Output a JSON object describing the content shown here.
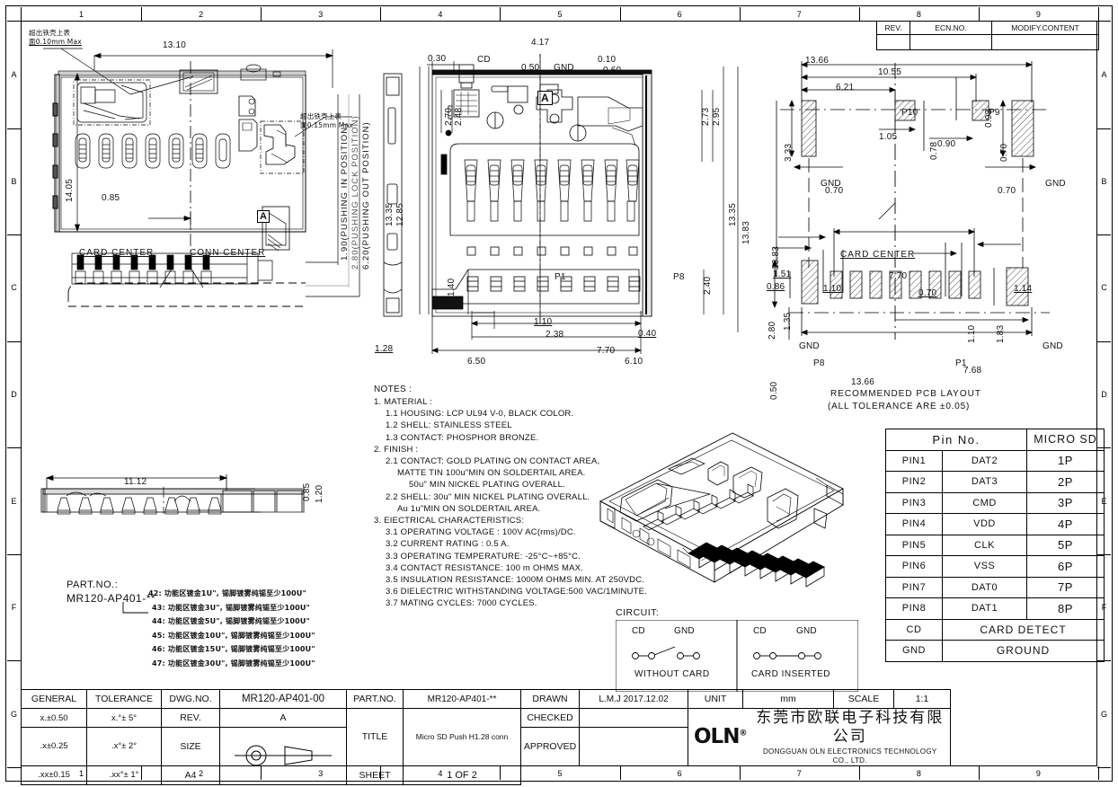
{
  "sheet": {
    "zones_top": [
      "1",
      "2",
      "3",
      "4",
      "5",
      "6",
      "7",
      "8",
      "9"
    ],
    "zones_bottom": [
      "1",
      "2",
      "3",
      "4",
      "5",
      "6",
      "7",
      "8",
      "9"
    ],
    "zones_left": [
      "A",
      "B",
      "C",
      "D",
      "E",
      "F",
      "G"
    ],
    "zones_right": [
      "A",
      "B",
      "C",
      "D",
      "E",
      "F",
      "G"
    ]
  },
  "rev_block": {
    "headers": [
      "REV.",
      "ECN.NO.",
      "MODIFY.CONTENT"
    ],
    "rows": [
      [
        "",
        "",
        ""
      ]
    ]
  },
  "view_top_left": {
    "note_left_cn": "超出铁壳上表",
    "note_left_cn2": "面0.10mm Max",
    "note_right_cn": "超出铁壳上表",
    "note_right_cn2": "面0.15mm Max",
    "dim_width": "13.10",
    "dim_height": "14.05",
    "dim_offset": "0.85",
    "label_card_center": "CARD CENTER",
    "label_conn_center": "CONN CENTER",
    "label_detail_a": "A",
    "stroke_labels": [
      "1.90(PUSHING IN POSITION)",
      "2.80(PUSHING LOCK POSITION)",
      "6.20(PUSHING OUT POSITION)"
    ]
  },
  "view_side_left": {
    "dim_length": "11.12",
    "dim_h1": "0.85",
    "dim_h2": "1.20"
  },
  "view_middle": {
    "dims_top": [
      "0.30",
      "4.17",
      "0.50",
      "0.10",
      "0.60"
    ],
    "label_cd": "CD",
    "label_gnd": "GND",
    "label_section_a": "A",
    "dims_left": [
      "2.70",
      "2.48",
      "13.35",
      "12.85",
      "1.40",
      "1.28"
    ],
    "dims_right": [
      "2.73",
      "2.95",
      "13.35",
      "13.83",
      "2.40"
    ],
    "label_p1": "P1",
    "label_p8": "P8",
    "dims_bottom": [
      "1.10",
      "2.38",
      "0.40",
      "7.70",
      "6.50",
      "6.10"
    ]
  },
  "view_pcb": {
    "title": "RECOMMENDED PCB LAYOUT",
    "subtitle": "(ALL TOLERANCE ARE ±0.05)",
    "label_card_center": "CARD CENTER",
    "label_gnd": "GND",
    "pads": [
      "P10",
      "P9",
      "P8",
      "P1"
    ],
    "dims_upper": [
      "13.66",
      "10.55",
      "6.21",
      "0.93",
      "1.05",
      "0.78",
      "0.90",
      "3.33",
      "0.70"
    ],
    "dims_left": [
      "13.83",
      "1.51",
      "0.86",
      "2.80",
      "1.35",
      "0.50"
    ],
    "dims_lower": [
      "7.70",
      "1.10",
      "0.70",
      "1.14",
      "1.10",
      "1.83",
      "7.68",
      "13.66"
    ]
  },
  "notes": {
    "heading": "NOTES :",
    "lines": [
      "1. MATERIAL :",
      "1.1 HOUSING: LCP UL94 V-0, BLACK COLOR.",
      "1.2 SHELL: STAINLESS STEEL",
      "1.3 CONTACT: PHOSPHOR BRONZE.",
      "2. FINISH :",
      "2.1 CONTACT: GOLD PLATING ON CONTACT AREA,",
      "MATTE TIN 100u\"MIN ON SOLDERTAIL AREA.",
      "50u\" MIN NICKEL PLATING OVERALL.",
      "2.2 SHELL: 30u\" MIN NICKEL PLATING OVERALL.",
      "Au 1u\"MIN ON SOLDERTAIL AREA.",
      "3. EIECTRICAL CHARACTERISTICS:",
      "3.1 OPERATING VOLTAGE : 100V AC(rms)/DC.",
      "3.2 CURRENT RATING : 0.5 A.",
      "3.3 OPERATING TEMPERATURE: -25°C~+85°C.",
      "3.4 CONTACT RESISTANCE: 100 m OHMS MAX.",
      "3.5 INSULATION RESISTANCE: 1000M OHMS MIN. AT 250VDC.",
      "3.6 DIELECTRIC WITHSTANDING VOLTAGE:500 VAC/1MINUTE.",
      "3.7 MATING CYCLES: 7000 CYCLES."
    ],
    "indents": [
      0,
      1,
      1,
      1,
      0,
      1,
      2,
      3,
      1,
      2,
      0,
      1,
      1,
      1,
      1,
      1,
      1,
      1
    ]
  },
  "partno_block": {
    "label": "PART.NO.:",
    "value": "MR120-AP401-**",
    "variants": [
      "42:  功能区镀金1U\", 锡脚镀雾纯锡至少100U\"",
      "43:  功能区镀金3U\", 锡脚镀雾纯锡至少100U\"",
      "44:  功能区镀金5U\", 锡脚镀雾纯锡至少100U\"",
      "45:  功能区镀金10U\", 锡脚镀雾纯锡至少100U\"",
      "46:  功能区镀金15U\", 锡脚镀雾纯锡至少100U\"",
      "47:  功能区镀金30U\", 锡脚镀雾纯锡至少100U\""
    ]
  },
  "circuit": {
    "title": "CIRCUIT:",
    "left": {
      "pin_a": "CD",
      "pin_b": "GND",
      "caption": "WITHOUT CARD"
    },
    "right": {
      "pin_a": "CD",
      "pin_b": "GND",
      "caption": "CARD INSERTED"
    }
  },
  "pin_table": {
    "header": {
      "pin_no": "Pin No.",
      "micro_sd": "MICRO SD"
    },
    "rows": [
      {
        "pin": "PIN1",
        "signal": "DAT2",
        "sd": "1P"
      },
      {
        "pin": "PIN2",
        "signal": "DAT3",
        "sd": "2P"
      },
      {
        "pin": "PIN3",
        "signal": "CMD",
        "sd": "3P"
      },
      {
        "pin": "PIN4",
        "signal": "VDD",
        "sd": "4P"
      },
      {
        "pin": "PIN5",
        "signal": "CLK",
        "sd": "5P"
      },
      {
        "pin": "PIN6",
        "signal": "VSS",
        "sd": "6P"
      },
      {
        "pin": "PIN7",
        "signal": "DAT0",
        "sd": "7P"
      },
      {
        "pin": "PIN8",
        "signal": "DAT1",
        "sd": "8P"
      }
    ],
    "extra_rows": [
      {
        "pin": "CD",
        "desc": "CARD DETECT"
      },
      {
        "pin": "GND",
        "desc": "GROUND"
      }
    ]
  },
  "title_block": {
    "general": "GENERAL",
    "tolerance": "TOLERANCE",
    "tol_rows": [
      {
        "a": "x.±0.50",
        "b": "x.°± 5°"
      },
      {
        "a": ".x±0.25",
        "b": ".x°± 2°"
      },
      {
        "a": ".xx±0.15",
        "b": ".xx°± 1°"
      }
    ],
    "dwg_no_label": "DWG.NO.",
    "dwg_no_value": "MR120-AP401-00",
    "rev_label": "REV.",
    "rev_value": "A",
    "size_label": "SIZE",
    "size_value": "A4",
    "part_no_label": "PART.NO.",
    "part_no_value": "MR120-AP401-**",
    "title_label": "TITLE",
    "title_value": "Micro SD Push H1.28 conn",
    "sheet_label": "SHEET",
    "sheet_value": "1 OF 2",
    "drawn_label": "DRAWN",
    "drawn_value": "L.M.J 2017.12.02",
    "checked_label": "CHECKED",
    "checked_value": "",
    "approved_label": "APPROVED",
    "approved_value": "",
    "unit_label": "UNIT",
    "unit_value": "mm",
    "scale_label": "SCALE",
    "scale_value": "1:1",
    "company_logo": "OLN",
    "company_cn": "东莞市欧联电子科技有限公司",
    "company_en": "DONGGUAN OLN ELECTRONICS TECHNOLOGY CO., LTD."
  },
  "colors": {
    "ink": "#000000",
    "paper": "#ffffff",
    "text": "#111111"
  }
}
